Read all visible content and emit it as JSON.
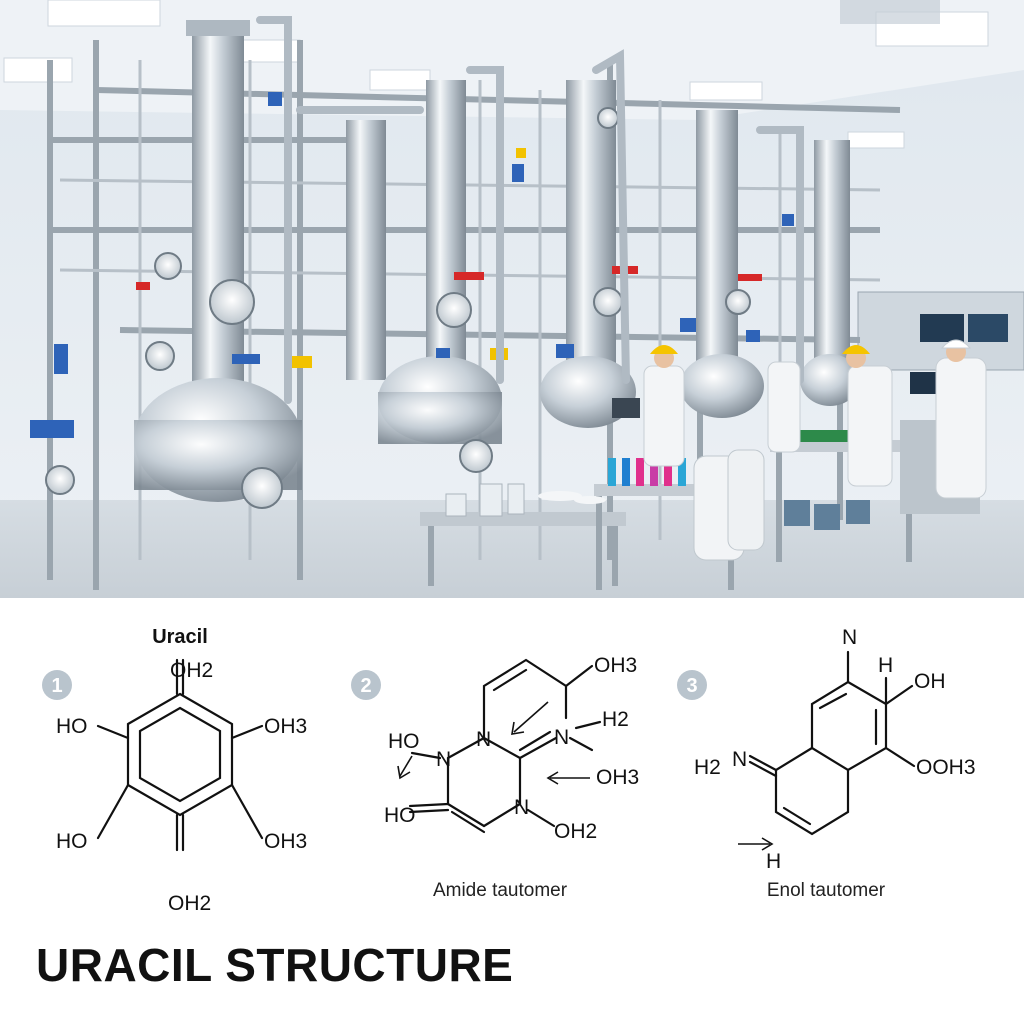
{
  "panel_title": "URACIL STRUCTURE",
  "structures": [
    {
      "badge": "1",
      "label": "Uracil",
      "groups": [
        "OH2",
        "HO",
        "OH3",
        "HO",
        "OH3",
        "OH2"
      ],
      "caption": ""
    },
    {
      "badge": "2",
      "groups": [
        "OH3",
        "HO",
        "N",
        "N",
        "N",
        "H2",
        "OH3",
        "HO",
        "N",
        "OH2"
      ],
      "caption": "Amide tautomer"
    },
    {
      "badge": "3",
      "groups": [
        "N",
        "H",
        "OH",
        "OOH3",
        "H2",
        "N",
        "H"
      ],
      "caption": "Enol tautomer"
    }
  ],
  "colors": {
    "badge": "#b9c4cd",
    "steel": "#c9d2da",
    "wall": "#e6ecf1",
    "ink": "#111111"
  }
}
